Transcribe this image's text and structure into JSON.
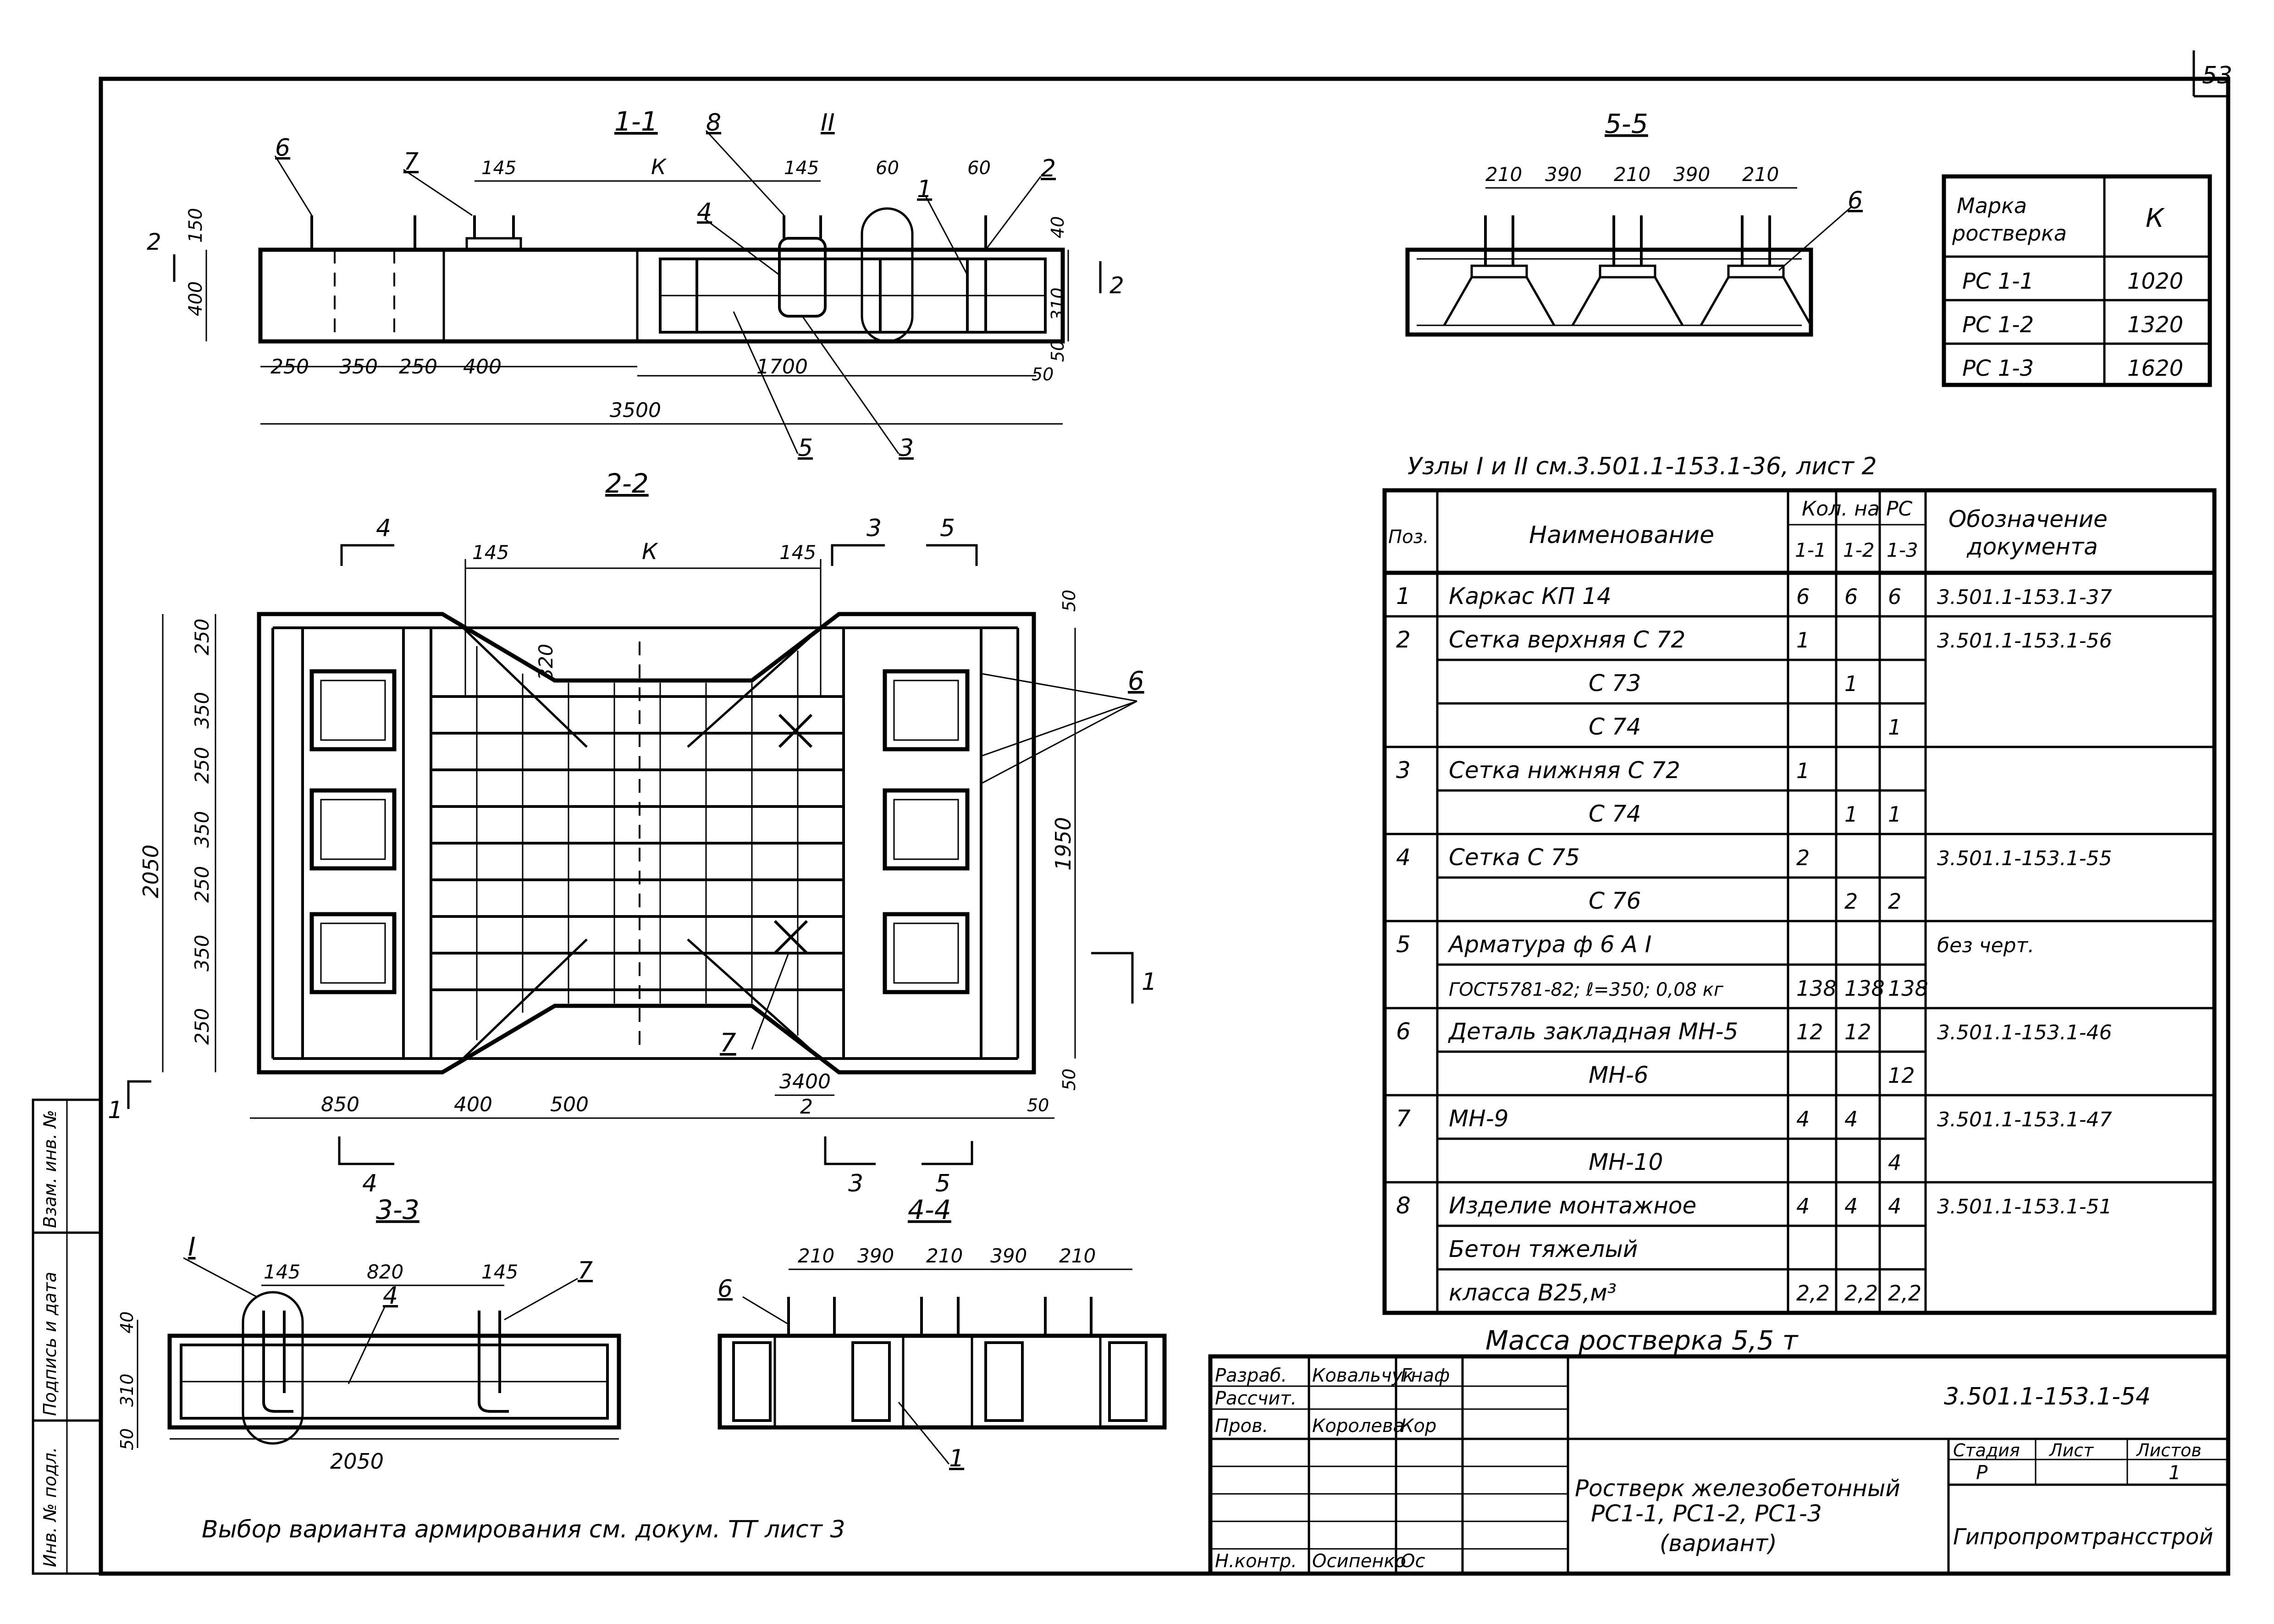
{
  "sheet_number": "53",
  "sections": {
    "s11": {
      "title": "1-1",
      "dims_bottom": [
        "250",
        "350",
        "250",
        "400"
      ],
      "dim_total": "3500",
      "dim_1700": "1700",
      "dim_k": "К",
      "dim_145a": "145",
      "dim_145b": "145",
      "dim_60a": "60",
      "dim_60b": "60",
      "dim_150": "150",
      "dim_400": "400",
      "dim_40": "40",
      "dim_310": "310",
      "dim_50a": "50",
      "dim_50b": "50",
      "cut_mark": "2",
      "node_mark": "II",
      "callouts": [
        "6",
        "7",
        "8",
        "4",
        "1",
        "2",
        "5",
        "3"
      ]
    },
    "s22": {
      "title": "2-2",
      "dim_145a": "145",
      "dim_k": "К",
      "dim_145b": "145",
      "dim_320": "320",
      "dims_left": [
        "250",
        "350",
        "250",
        "350",
        "250",
        "350",
        "250"
      ],
      "dim_2050": "2050",
      "dim_1950": "1950",
      "dim_50a": "50",
      "dim_50b": "50",
      "dims_bottom": [
        "850",
        "400",
        "500"
      ],
      "dim_3400": "3400",
      "dim_half": "2",
      "cut_4": "4",
      "cut_3": "3",
      "cut_5": "5",
      "cut_1": "1",
      "callout_6": "6",
      "callout_7": "7"
    },
    "s33": {
      "title": "3-3",
      "dim_145a": "145",
      "dim_820": "820",
      "dim_145b": "145",
      "dim_40": "40",
      "dim_310": "310",
      "dim_50": "50",
      "dim_2050": "2050",
      "node_mark": "I",
      "callouts": [
        "4",
        "7"
      ]
    },
    "s44": {
      "title": "4-4",
      "dims_top": [
        "210",
        "390",
        "210",
        "390",
        "210"
      ],
      "callouts": [
        "6",
        "1"
      ]
    },
    "s55": {
      "title": "5-5",
      "dims_top": [
        "210",
        "390",
        "210",
        "390",
        "210"
      ],
      "callouts": [
        "6"
      ]
    }
  },
  "k_table": {
    "header": [
      "Марка ростверка",
      "К"
    ],
    "rows": [
      [
        "РС 1-1",
        "1020"
      ],
      [
        "РС 1-2",
        "1320"
      ],
      [
        "РС 1-3",
        "1620"
      ]
    ]
  },
  "nodes_note": "Узлы I и II см.3.501.1-153.1-36, лист 2",
  "spec": {
    "headers": {
      "pos": "Поз.",
      "name": "Наименование",
      "qty": "Кол. на РС",
      "q1": "1-1",
      "q2": "1-2",
      "q3": "1-3",
      "doc": "Обозначение документа"
    },
    "rows": [
      {
        "pos": "1",
        "name": "Каркас  КП 14",
        "q1": "6",
        "q2": "6",
        "q3": "6",
        "doc": "3.501.1-153.1-37"
      },
      {
        "pos": "2",
        "name": "Сетка верхняя  С 72",
        "q1": "1",
        "q2": "",
        "q3": "",
        "doc": "3.501.1-153.1-56"
      },
      {
        "pos": "",
        "name": "С 73",
        "q1": "",
        "q2": "1",
        "q3": "",
        "doc": ""
      },
      {
        "pos": "",
        "name": "С 74",
        "q1": "",
        "q2": "",
        "q3": "1",
        "doc": ""
      },
      {
        "pos": "3",
        "name": "Сетка нижняя  С 72",
        "q1": "1",
        "q2": "",
        "q3": "",
        "doc": ""
      },
      {
        "pos": "",
        "name": "С 74",
        "q1": "",
        "q2": "1",
        "q3": "1",
        "doc": ""
      },
      {
        "pos": "4",
        "name": "Сетка   С 75",
        "q1": "2",
        "q2": "",
        "q3": "",
        "doc": "3.501.1-153.1-55"
      },
      {
        "pos": "",
        "name": "С 76",
        "q1": "",
        "q2": "2",
        "q3": "2",
        "doc": ""
      },
      {
        "pos": "5",
        "name": "Арматура  ф 6 А I",
        "q1": "",
        "q2": "",
        "q3": "",
        "doc": "без черт."
      },
      {
        "pos": "",
        "name": "ГОСТ5781-82; ℓ=350; 0,08 кг",
        "q1": "138",
        "q2": "138",
        "q3": "138",
        "doc": ""
      },
      {
        "pos": "6",
        "name": "Деталь закладная МН-5",
        "q1": "12",
        "q2": "12",
        "q3": "",
        "doc": "3.501.1-153.1-46"
      },
      {
        "pos": "",
        "name": "МН-6",
        "q1": "",
        "q2": "",
        "q3": "12",
        "doc": ""
      },
      {
        "pos": "7",
        "name": "МН-9",
        "q1": "4",
        "q2": "4",
        "q3": "",
        "doc": "3.501.1-153.1-47"
      },
      {
        "pos": "",
        "name": "МН-10",
        "q1": "",
        "q2": "",
        "q3": "4",
        "doc": ""
      },
      {
        "pos": "8",
        "name": "Изделие монтажное",
        "q1": "4",
        "q2": "4",
        "q3": "4",
        "doc": "3.501.1-153.1-51"
      },
      {
        "pos": "",
        "name": "Бетон тяжелый",
        "q1": "",
        "q2": "",
        "q3": "",
        "doc": ""
      },
      {
        "pos": "",
        "name": "класса  В25,м³",
        "q1": "2,2",
        "q2": "2,2",
        "q3": "2,2",
        "doc": ""
      }
    ]
  },
  "mass": "Масса  ростверка  5,5 т",
  "title_block": {
    "rows": [
      {
        "role": "Разраб.",
        "name": "Ковальчук",
        "sign": "Гнаф"
      },
      {
        "role": "Рассчит.",
        "name": "",
        "sign": ""
      },
      {
        "role": "Пров.",
        "name": "Королева",
        "sign": "Кор"
      },
      {
        "role": "",
        "name": "",
        "sign": ""
      },
      {
        "role": "",
        "name": "",
        "sign": ""
      },
      {
        "role": "",
        "name": "",
        "sign": ""
      },
      {
        "role": "Н.контр.",
        "name": "Осипенко",
        "sign": "Ос"
      }
    ],
    "doc_code": "3.501.1-153.1-54",
    "title_lines": [
      "Ростверк железобетонный",
      "РС1-1, РС1-2, РС1-3",
      "(вариант)"
    ],
    "stage_label": "Стадия",
    "sheet_label": "Лист",
    "sheets_label": "Листов",
    "stage": "Р",
    "sheets": "1",
    "org": "Гипропромтрансстрой"
  },
  "side_stamp": [
    "Инв. № подл.",
    "Подпись и дата",
    "Взам. инв. №"
  ],
  "footnote": "Выбор  варианта  армирования  см. докум. ТТ  лист 3"
}
